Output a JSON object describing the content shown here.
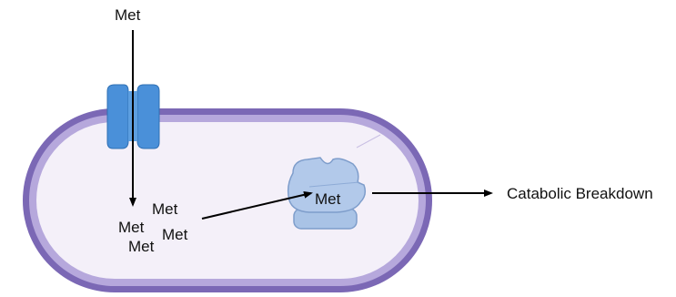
{
  "labels": {
    "met_outside": "Met",
    "met_inside_1": "Met",
    "met_inside_2": "Met",
    "met_inside_3": "Met",
    "met_inside_4": "Met",
    "met_in_enzyme": "Met",
    "catabolic": "Catabolic Breakdown"
  },
  "colors": {
    "membrane_outer": "#7b68b5",
    "membrane_inner": "#b6a8dc",
    "cytoplasm": "#f4f0f9",
    "transporter": "#4a90d9",
    "enzyme": "#a9c3e6",
    "arrow": "#000000"
  },
  "icons": {
    "transporter": "membrane-transporter-icon",
    "enzyme": "enzyme-complex-icon"
  }
}
